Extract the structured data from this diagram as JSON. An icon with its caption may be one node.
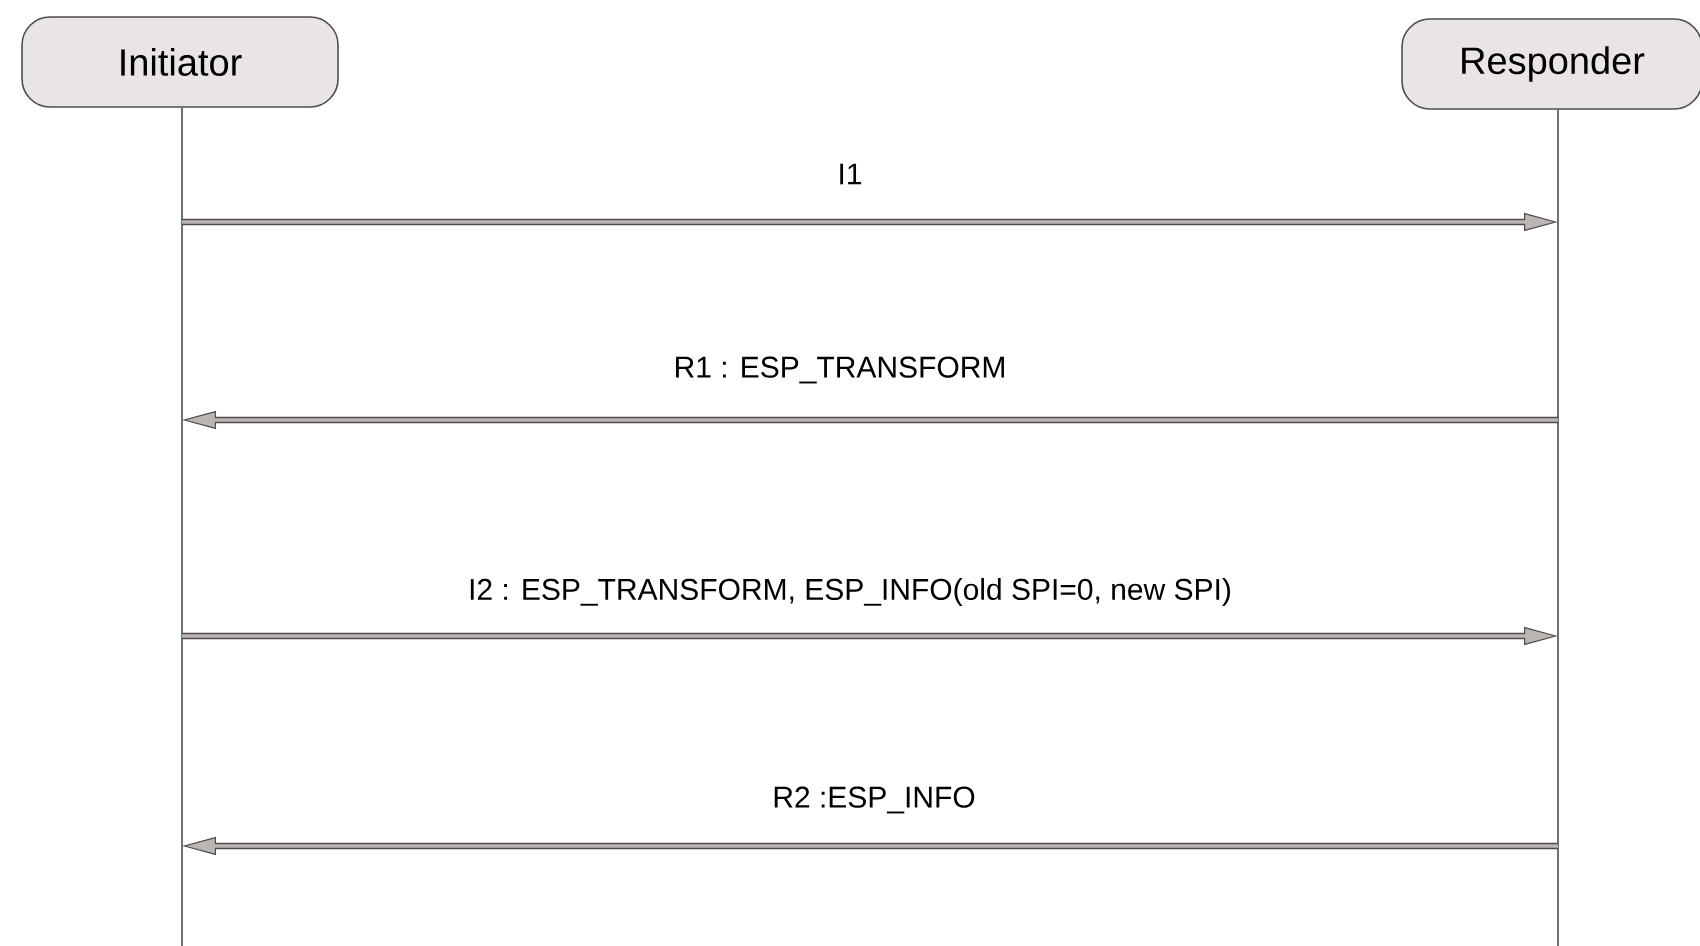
{
  "diagram": {
    "nodes": [
      {
        "text": [
          "Initiator"
        ]
      },
      {
        "text": [
          "Responder"
        ]
      }
    ],
    "edges": [
      {
        "from": 0,
        "to": 1,
        "arrow": "to",
        "label": "I1"
      },
      {
        "from": 1,
        "to": 0,
        "arrow": "to",
        "label": "R1 : ESP_TRANSFORM"
      },
      {
        "from": 0,
        "to": 1,
        "arrow": "to",
        "label": "I2 : ESP_TRANSFORM, ESP_INFO(old SPI=0, new SPI)"
      },
      {
        "from": 1,
        "to": 0,
        "arrow": "to",
        "label": "R2 :ESP_INFO"
      }
    ]
  }
}
